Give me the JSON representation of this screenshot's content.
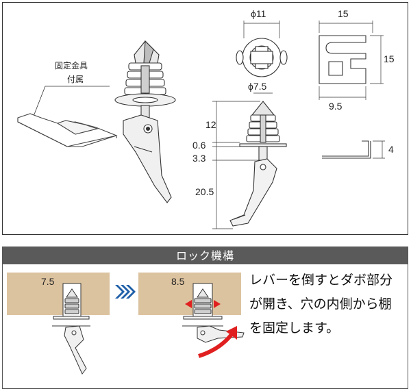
{
  "accessory": {
    "line1": "固定金具",
    "line2": "付属"
  },
  "dimensions": {
    "head_diameter": "ϕ11",
    "body_diameter": "ϕ7.5",
    "height_12": "12",
    "flange_0_6": "0.6",
    "flange_3_3": "3.3",
    "lever_20_5": "20.5",
    "bracket_width": "15",
    "bracket_height": "15",
    "bracket_inner": "9.5",
    "bracket_side": "4"
  },
  "lock_section": {
    "title": "ロック機構",
    "before_width": "7.5",
    "after_width": "8.5",
    "description_lines": [
      "レバーを倒すとダボ部分",
      "が開き、穴の内側から棚",
      "を固定します。"
    ]
  },
  "colors": {
    "wood": "#dcc39f",
    "band": "#5a5a5a",
    "arrow_blue": "#1f5fa8",
    "arrow_red": "#e02020"
  }
}
